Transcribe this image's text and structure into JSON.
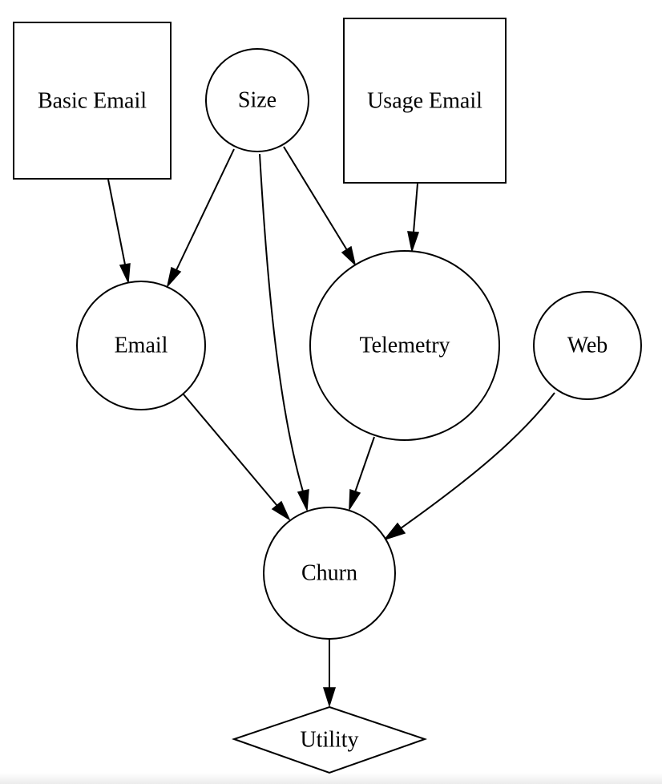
{
  "nodes": {
    "basic_email": {
      "label": "Basic Email",
      "shape": "box"
    },
    "size": {
      "label": "Size",
      "shape": "circle"
    },
    "usage_email": {
      "label": "Usage Email",
      "shape": "box"
    },
    "email": {
      "label": "Email",
      "shape": "circle"
    },
    "telemetry": {
      "label": "Telemetry",
      "shape": "circle"
    },
    "web": {
      "label": "Web",
      "shape": "circle"
    },
    "churn": {
      "label": "Churn",
      "shape": "circle"
    },
    "utility": {
      "label": "Utility",
      "shape": "diamond"
    }
  },
  "edges": [
    {
      "from": "Basic Email",
      "to": "Email"
    },
    {
      "from": "Size",
      "to": "Email"
    },
    {
      "from": "Size",
      "to": "Churn"
    },
    {
      "from": "Size",
      "to": "Telemetry"
    },
    {
      "from": "Usage Email",
      "to": "Telemetry"
    },
    {
      "from": "Email",
      "to": "Churn"
    },
    {
      "from": "Telemetry",
      "to": "Churn"
    },
    {
      "from": "Web",
      "to": "Churn"
    },
    {
      "from": "Churn",
      "to": "Utility"
    }
  ],
  "colors": {
    "stroke": "#000000",
    "fill": "#ffffff",
    "text": "#000000"
  }
}
